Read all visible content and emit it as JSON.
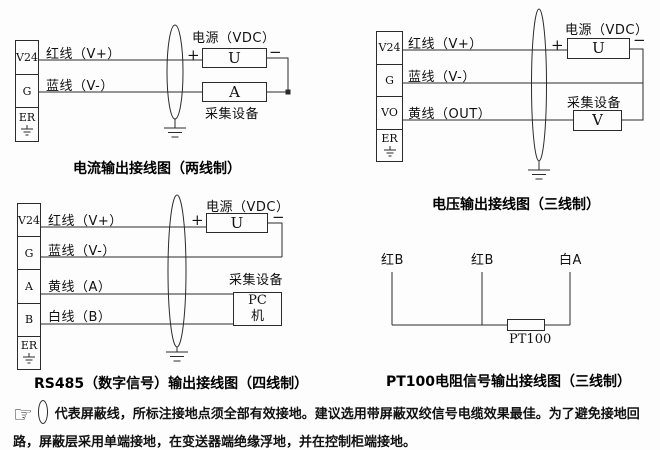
{
  "colors": {
    "line": "#2b2b2b",
    "text": "#111111",
    "bg": "#fdfdfd"
  },
  "diagrams": {
    "current": {
      "title": "电流输出接线图（两线制）",
      "terminals": [
        "V24",
        "G",
        "ER"
      ],
      "wires": [
        "红线（V+）",
        "蓝线（V-）"
      ],
      "power_label": "电源（VDC）",
      "plus_sign": "+",
      "minus_sign": "−",
      "voltmeter": "U",
      "ammeter": "A",
      "collector_label": "采集设备"
    },
    "voltage": {
      "title": "电压输出接线图（三线制）",
      "terminals": [
        "V24",
        "G",
        "VO",
        "ER"
      ],
      "wires": [
        "红线（V+）",
        "蓝线（V-）",
        "黄线（OUT）"
      ],
      "power_label": "电源（VDC）",
      "plus_sign": "+",
      "minus_sign": "−",
      "voltmeter_u": "U",
      "voltmeter_v": "V",
      "collector_label": "采集设备"
    },
    "rs485": {
      "title": "RS485（数字信号）输出接线图（四线制）",
      "terminals": [
        "V24",
        "G",
        "A",
        "B",
        "ER"
      ],
      "wires": [
        "红线（V+）",
        "蓝线（V-）",
        "黄线（A）",
        "白线（B）"
      ],
      "power_label": "电源（VDC）",
      "plus_sign": "+",
      "minus_sign": "−",
      "voltmeter": "U",
      "pc_line1": "PC",
      "pc_line2": "机",
      "collector_label": "采集设备"
    },
    "pt100": {
      "title": "PT100电阻信号输出接线图（三线制）",
      "leads": [
        "红B",
        "红B",
        "白A"
      ],
      "resistor_label": "PT100"
    }
  },
  "note": {
    "hand_icon": "☞",
    "text": "代表屏蔽线，所标注接地点须全部有效接地。建议选用带屏蔽双绞信号电缆效果最佳。为了避免接地回路，屏蔽层采用单端接地，在变送器端绝缘浮地，并在控制柜端接地。"
  }
}
